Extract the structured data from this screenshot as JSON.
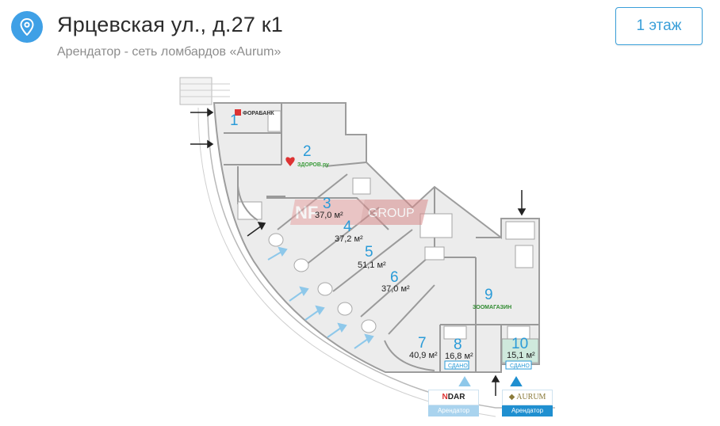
{
  "header": {
    "address": "Ярцевская ул., д.27 к1",
    "subtitle": "Арендатор - сеть ломбардов «Aurum»",
    "floor_button": "1 этаж",
    "icon": "location-pin-icon"
  },
  "watermark": {
    "text": "GROUP",
    "logo": "NF"
  },
  "rooms": [
    {
      "number": "1",
      "area": "",
      "tenant": "ФОРАБАНК"
    },
    {
      "number": "2",
      "area": "",
      "tenant": "ЗДОРОВ.ру"
    },
    {
      "number": "3",
      "area": "37,0 м²",
      "tenant": ""
    },
    {
      "number": "4",
      "area": "37,2 м²",
      "tenant": ""
    },
    {
      "number": "5",
      "area": "51,1 м²",
      "tenant": ""
    },
    {
      "number": "6",
      "area": "37,0 м²",
      "tenant": ""
    },
    {
      "number": "7",
      "area": "40,9 м²",
      "tenant": ""
    },
    {
      "number": "8",
      "area": "16,8 м²",
      "tenant": "",
      "badge": "СДАНО"
    },
    {
      "number": "9",
      "area": "",
      "tenant": "ЗООМАГАЗИН"
    },
    {
      "number": "10",
      "area": "15,1 м²",
      "tenant": "",
      "badge": "СДАНО"
    }
  ],
  "tenant_cards": [
    {
      "logo": "DAR",
      "label": "Арендатор",
      "color": "#a9d3ee"
    },
    {
      "logo": "AURUM",
      "label": "Арендатор",
      "color": "#1f8fd0"
    }
  ],
  "colors": {
    "accent": "#3a9fd9",
    "room_fill": "#ececec",
    "highlight_room": "#cfe9dc",
    "arrow_blue": "#8ec8ea"
  }
}
